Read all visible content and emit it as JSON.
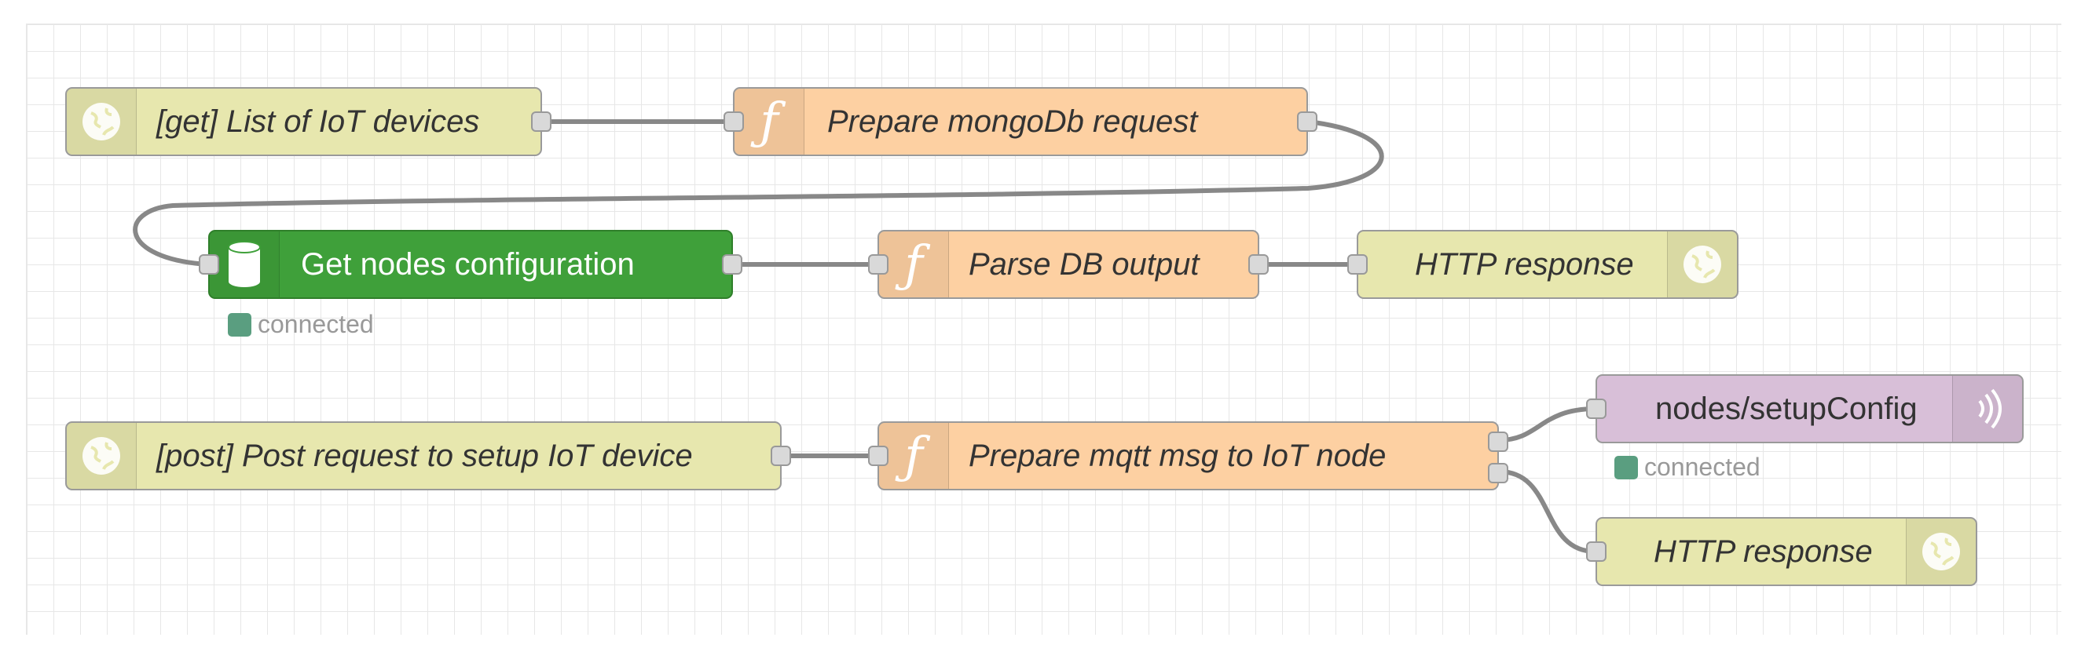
{
  "canvas": {
    "background": "#ffffff",
    "grid_color": "#e7e7e7",
    "wire_color": "#888888"
  },
  "colors": {
    "http_node": "#e7e7ae",
    "function_node": "#fdd0a2",
    "mongodb_node": "#3fa03a",
    "mqtt_node": "#d8bfd8",
    "status_connected": "#5a9e80"
  },
  "nodes": {
    "get_list": {
      "label": "[get] List of IoT devices",
      "icon": "globe-icon"
    },
    "prepare_mongo": {
      "label": "Prepare mongoDb request",
      "icon": "function-icon"
    },
    "get_config": {
      "label": "Get nodes configuration",
      "icon": "database-icon",
      "status": "connected"
    },
    "parse_db": {
      "label": "Parse DB output",
      "icon": "function-icon"
    },
    "http_response_1": {
      "label": "HTTP response",
      "icon": "globe-icon"
    },
    "post_setup": {
      "label": "[post] Post request to setup IoT device",
      "icon": "globe-icon"
    },
    "prepare_mqtt": {
      "label": "Prepare mqtt msg to IoT node",
      "icon": "function-icon"
    },
    "mqtt_out": {
      "label": "nodes/setupConfig",
      "icon": "broadcast-icon",
      "status": "connected"
    },
    "http_response_2": {
      "label": "HTTP response",
      "icon": "globe-icon"
    }
  },
  "glyphs": {
    "function": "ƒ"
  }
}
